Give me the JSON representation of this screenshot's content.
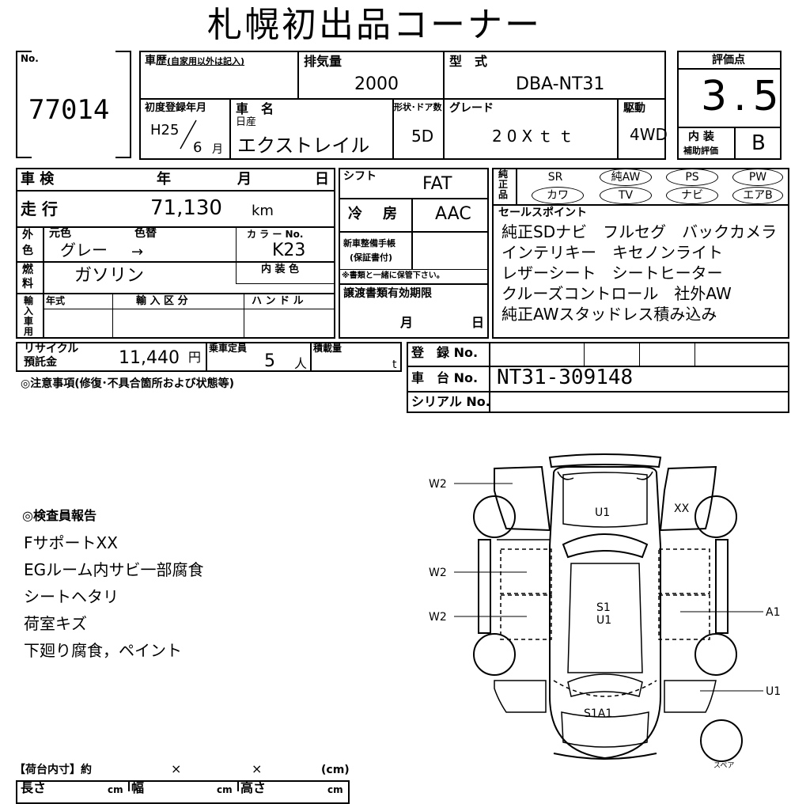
{
  "title": "札幌初出品コーナー",
  "lot": {
    "label": "No.",
    "value": "77014"
  },
  "history": {
    "label": "車歴",
    "note": "(自家用以外は記入)"
  },
  "displacement": {
    "label": "排気量",
    "value": "2000"
  },
  "model_code": {
    "label": "型　式",
    "value": "DBA-NT31"
  },
  "score": {
    "label": "評価点",
    "value": "3.5",
    "interior_label_1": "内 装",
    "interior_label_2": "補助評価",
    "interior_value": "B"
  },
  "first_reg": {
    "label": "初度登録年月",
    "era": "H25",
    "month": "6",
    "month_unit": "月"
  },
  "car_name": {
    "label": "車　名",
    "maker": "日産",
    "value": "エクストレイル"
  },
  "doors": {
    "label": "形状･ドア数",
    "value": "5D"
  },
  "grade": {
    "label": "グレード",
    "value": "20Xｔｔ"
  },
  "drive": {
    "label": "駆動",
    "value": "4WD"
  },
  "inspection": {
    "label": "車 検",
    "year": "年",
    "month": "月",
    "day": "日"
  },
  "shift": {
    "label": "シフト",
    "value": "FAT"
  },
  "options": {
    "label1": "純",
    "label2": "正",
    "label3": "品",
    "items": [
      "SR",
      "純AW",
      "PS",
      "PW",
      "カワ",
      "TV",
      "ナビ",
      "エアB"
    ]
  },
  "mileage": {
    "label": "走 行",
    "value": "71,130",
    "unit": "km"
  },
  "aircon": {
    "label": "冷　房",
    "value": "AAC"
  },
  "color": {
    "side1": "外",
    "side2": "色",
    "orig_label": "元色",
    "change_label": "色替",
    "code_label": "カ ラ ー No.",
    "value": "グレー",
    "arrow": "→",
    "code": "K23"
  },
  "warranty": {
    "label1": "新車整備手帳",
    "label2": "(保証書付)",
    "note": "※書類と一緒に保管下さい。"
  },
  "fuel": {
    "label1": "燃",
    "label2": "料",
    "value": "ガソリン",
    "interior_color_label": "内 装 色"
  },
  "import": {
    "label1": "輸",
    "label2": "入",
    "label3": "車",
    "label4": "用",
    "year_label": "年式",
    "category_label": "輸 入 区 分",
    "handle_label": "ハ ン ド ル"
  },
  "transfer": {
    "label": "譲渡書類有効期限",
    "month": "月",
    "day": "日"
  },
  "sales_points": {
    "label": "セールスポイント",
    "lines": [
      "純正SDナビ　フルセグ　バックカメラ",
      "インテリキー　キセノンライト",
      "レザーシート　シートヒーター",
      "クルーズコントロール　社外AW",
      "純正AWスタッドレス積み込み"
    ]
  },
  "recycle": {
    "label1": "リサイクル",
    "label2": "預託金",
    "value": "11,440",
    "unit": "円"
  },
  "capacity": {
    "label": "乗車定員",
    "value": "5",
    "unit": "人"
  },
  "load": {
    "label": "積載量",
    "unit": "t"
  },
  "registration": {
    "reg_label": "登　録 No.",
    "chassis_label": "車　台 No.",
    "chassis_value": "NT31-309148",
    "serial_label": "シリアル No."
  },
  "notes_label": "◎注意事項(修復･不具合箇所および状態等)",
  "inspector": {
    "title": "◎検査員報告",
    "lines": [
      "FサポートXX",
      "EGルーム内サビ一部腐食",
      "シートヘタリ",
      "荷室キズ",
      "下廻り腐食，ペイント"
    ]
  },
  "cargo": {
    "title": "【荷台内寸】約",
    "x1": "×",
    "x2": "×",
    "unit_paren": "(cm)",
    "length": "長さ",
    "width": "幅",
    "height": "高さ",
    "cm": "cm"
  },
  "diagram": {
    "marks": [
      "W2",
      "W2",
      "W2",
      "U1",
      "XX",
      "S1",
      "U1",
      "A1",
      "U1",
      "S1A1"
    ],
    "spare": "スペア"
  }
}
